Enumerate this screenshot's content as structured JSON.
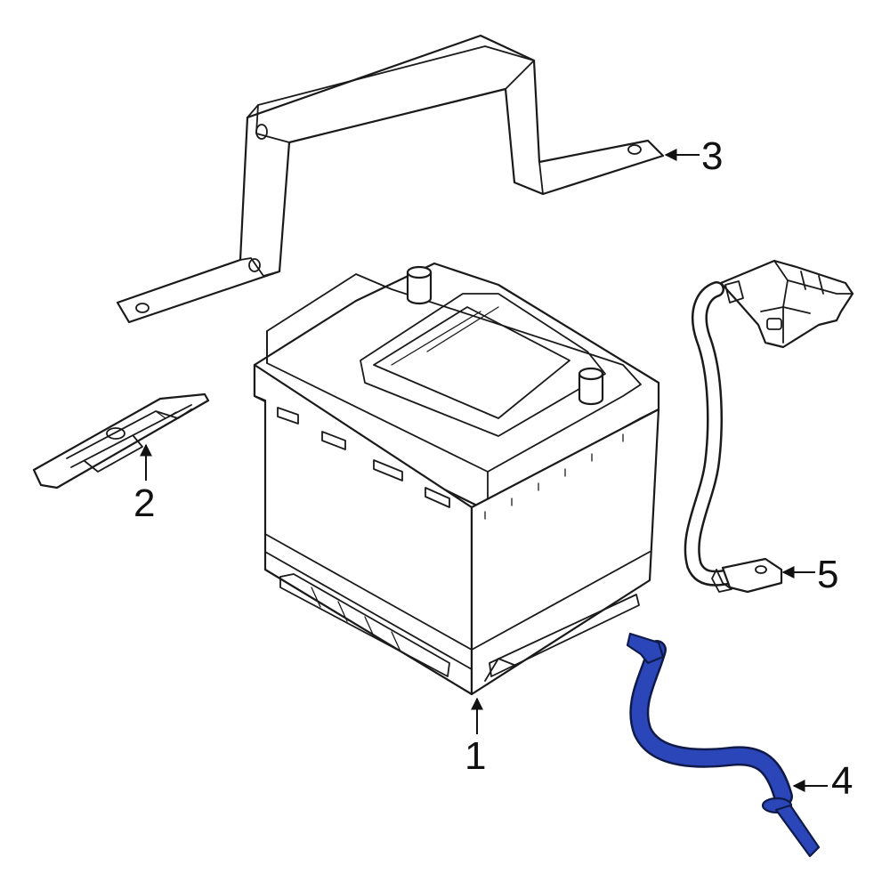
{
  "callouts": [
    {
      "id": "1",
      "label": "1"
    },
    {
      "id": "2",
      "label": "2"
    },
    {
      "id": "3",
      "label": "3"
    },
    {
      "id": "4",
      "label": "4"
    },
    {
      "id": "5",
      "label": "5"
    }
  ],
  "colors": {
    "line": "#1a1a1a",
    "highlight": "#2b46b8",
    "highlight_outline": "#0f1a4a",
    "background": "#ffffff"
  },
  "highlighted_part": "4"
}
